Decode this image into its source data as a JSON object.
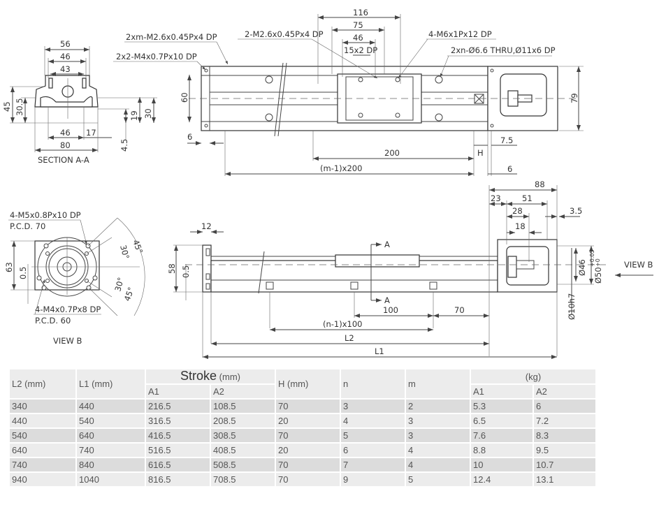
{
  "top_view": {
    "callouts": {
      "m_taps": "2xm-M2.6x0.45Px4 DP",
      "end_taps": "2x2-M4x0.7Px10 DP",
      "carriage_taps_small": "2-M2.6x0.45Px4 DP",
      "carriage_taps": "4-M6x1Px12 DP",
      "thru_holes": "2xn-Ø6.6 THRU,Ø11x6 DP"
    },
    "dims": {
      "d116": "116",
      "d75": "75",
      "d46": "46",
      "d15x2": "15x2 DP",
      "d60": "60",
      "d79": "79",
      "d6_left": "6",
      "d200": "200",
      "dH": "H",
      "d7_5": "7.5",
      "dm_pitch": "(m-1)x200",
      "d6_right": "6"
    }
  },
  "section_aa": {
    "title": "SECTION A-A",
    "dims": {
      "d56": "56",
      "d46_top": "46",
      "d43": "43",
      "d45": "45",
      "d30_5": "30.5",
      "d19": "19",
      "d30": "30",
      "d46_bot": "46",
      "d17": "17",
      "d80": "80",
      "d4_5": "4.5"
    }
  },
  "view_b": {
    "title": "VIEW B",
    "callouts": {
      "upper": "4-M5x0.8Px10 DP",
      "upper_pcd": "P.C.D. 70",
      "lower": "4-M4x0.7Px8 DP",
      "lower_pcd": "P.C.D. 60"
    },
    "dims": {
      "d63": "63",
      "d0_5": "0.5",
      "a45_top": "45°",
      "a30_top": "30°",
      "a30_bot": "30°",
      "a45_bot": "45°"
    }
  },
  "side_view": {
    "section_mark": "A",
    "view_arrow": "VIEW B",
    "dims": {
      "d12": "12",
      "d58": "58",
      "d0_5": "0.5",
      "d88": "88",
      "d23": "23",
      "d51": "51",
      "d28": "28",
      "d3_5": "3.5",
      "d18": "18",
      "d46": "Ø46",
      "d50": "Ø50",
      "d50_tol_up": "+0.05",
      "d50_tol_lo": "+0",
      "d10h7": "Ø10h7",
      "d100": "100",
      "d70": "70",
      "dn_pitch": "(n-1)x100",
      "L2": "L2",
      "L1": "L1"
    }
  },
  "table": {
    "headers": {
      "l2": "L2 (mm)",
      "l1": "L1 (mm)",
      "stroke": "Stroke",
      "stroke_unit": "(mm)",
      "h": "H (mm)",
      "n": "n",
      "m": "m",
      "mass_unit": "(kg)",
      "a1": "A1",
      "a2": "A2",
      "ka1": "A1",
      "ka2": "A2"
    },
    "rows": [
      [
        "340",
        "440",
        "216.5",
        "108.5",
        "70",
        "3",
        "2",
        "5.3",
        "6"
      ],
      [
        "440",
        "540",
        "316.5",
        "208.5",
        "20",
        "4",
        "3",
        "6.5",
        "7.2"
      ],
      [
        "540",
        "640",
        "416.5",
        "308.5",
        "70",
        "5",
        "3",
        "7.6",
        "8.3"
      ],
      [
        "640",
        "740",
        "516.5",
        "408.5",
        "20",
        "6",
        "4",
        "8.8",
        "9.5"
      ],
      [
        "740",
        "840",
        "616.5",
        "508.5",
        "70",
        "7",
        "4",
        "10",
        "10.7"
      ],
      [
        "940",
        "1040",
        "816.5",
        "708.5",
        "70",
        "9",
        "5",
        "12.4",
        "13.1"
      ]
    ]
  }
}
